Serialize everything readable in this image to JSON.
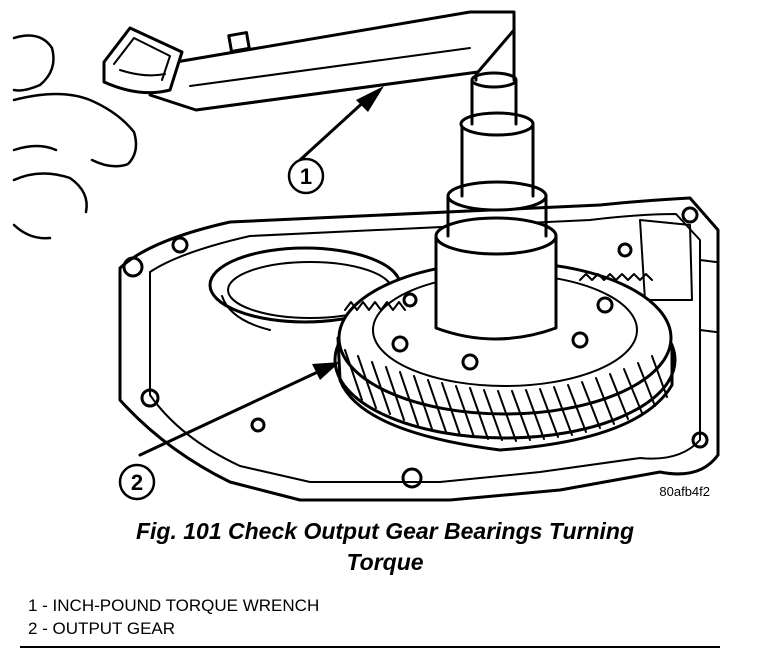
{
  "figure": {
    "callouts": [
      "1",
      "2"
    ],
    "image_code": "80afb4f2"
  },
  "caption": {
    "line1": "Fig. 101 Check Output Gear Bearings Turning",
    "line2": "Torque"
  },
  "legend": {
    "items": [
      "1 - INCH-POUND TORQUE WRENCH",
      "2 - OUTPUT GEAR"
    ]
  }
}
